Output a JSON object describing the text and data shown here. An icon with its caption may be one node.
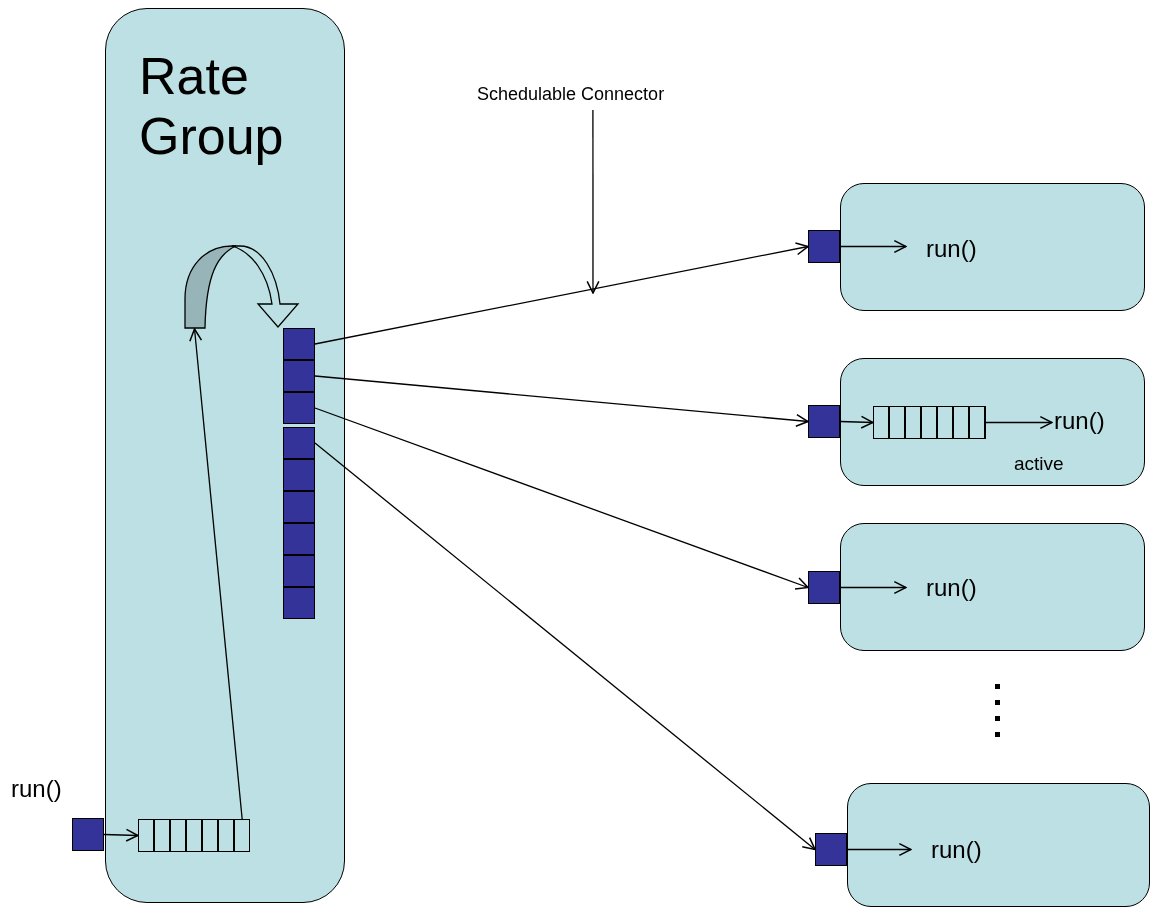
{
  "diagram": {
    "nodes": [
      {
        "text": [
          "Rate Group"
        ]
      },
      {
        "text": [],
        "shape": "box",
        "beside": [
          "run()"
        ]
      },
      {
        "text": [],
        "shape": "bar",
        "in": 0
      },
      {
        "text": [],
        "shape": "picture",
        "in": 0
      },
      {
        "text": [],
        "shape": "box",
        "in": 0
      },
      {
        "text": [],
        "shape": "box",
        "in": 0
      },
      {
        "text": [],
        "shape": "box",
        "in": 0
      },
      {
        "text": [],
        "shape": "box",
        "in": 0
      },
      {
        "text": [],
        "shape": "box",
        "in": 0
      },
      {
        "text": [],
        "shape": "box",
        "in": 0
      },
      {
        "text": [],
        "shape": "box",
        "in": 0
      },
      {
        "text": [],
        "shape": "box",
        "in": 0
      },
      {
        "text": [],
        "shape": "box",
        "in": 0
      },
      {
        "text": [
          "run()"
        ]
      },
      {
        "text": [],
        "shape": "box"
      },
      {
        "text": [
          "run()",
          "active"
        ]
      },
      {
        "text": [],
        "shape": "box"
      },
      {
        "text": [],
        "shape": "bar",
        "in": 15
      },
      {
        "text": [
          "run()"
        ]
      },
      {
        "text": [],
        "shape": "box"
      },
      {
        "text": [
          "run()"
        ]
      },
      {
        "text": [],
        "shape": "box"
      },
      {
        "text": [
          "Schedulable Connector"
        ]
      }
    ],
    "edges": [
      {
        "from": 1,
        "to": 2,
        "arrow": "to"
      },
      {
        "from": 2,
        "to": 3,
        "arrow": "to"
      },
      {
        "from": 4,
        "to": 14,
        "arrow": "to"
      },
      {
        "from": 5,
        "to": 16,
        "arrow": "to"
      },
      {
        "from": 6,
        "to": 19,
        "arrow": "to"
      },
      {
        "from": 7,
        "to": 21,
        "arrow": "to"
      },
      {
        "from": 14,
        "to": 13,
        "arrow": "to"
      },
      {
        "from": 16,
        "to": 17,
        "arrow": "to"
      },
      {
        "from": 17,
        "to": 15,
        "arrow": "to"
      },
      {
        "from": 19,
        "to": 18,
        "arrow": "to"
      },
      {
        "from": 21,
        "to": 20,
        "arrow": "to"
      },
      {
        "from": 22,
        "to": null,
        "arrow": "to"
      }
    ]
  }
}
